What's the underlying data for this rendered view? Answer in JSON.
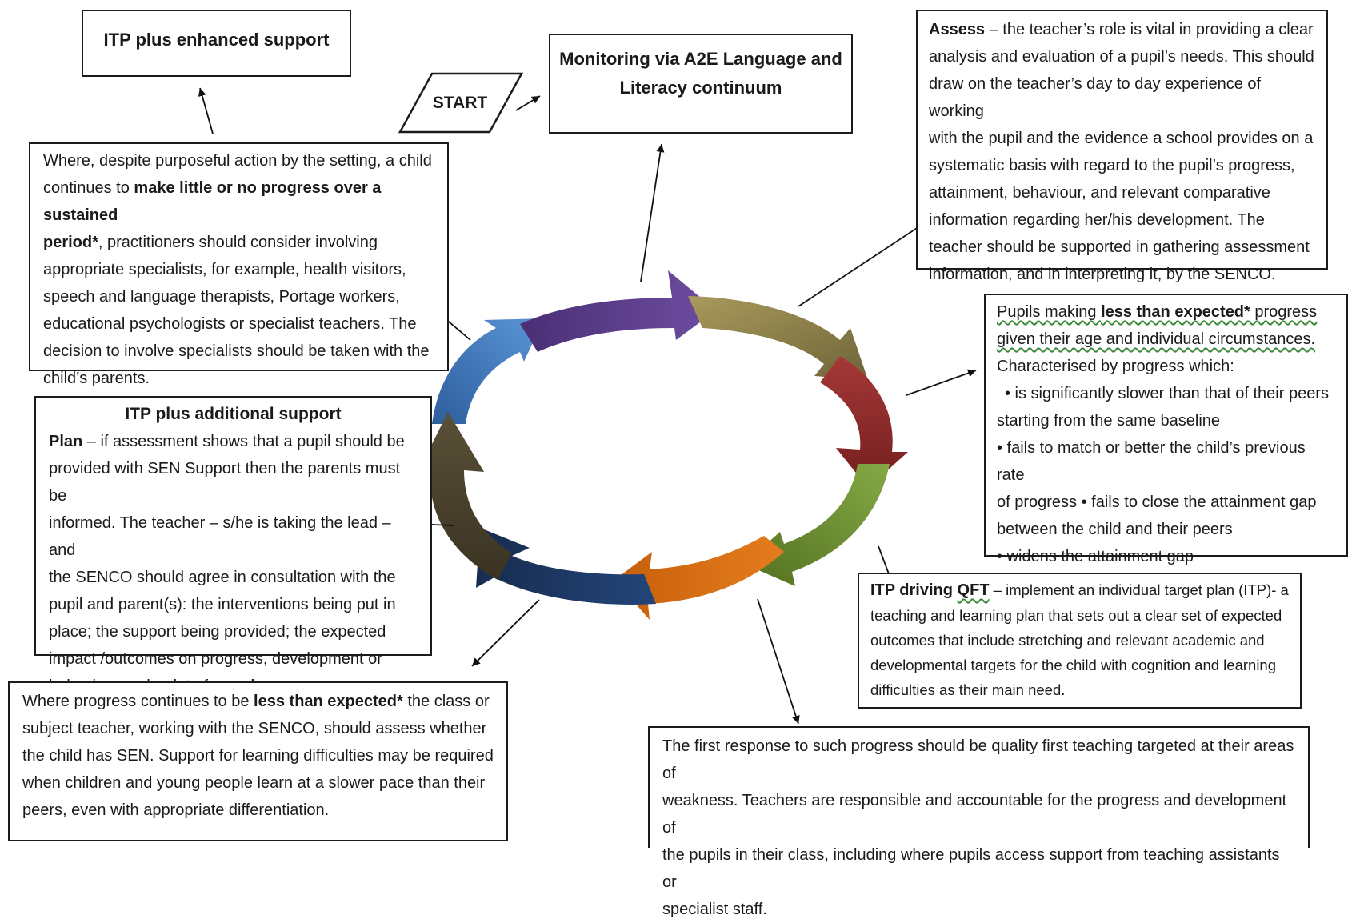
{
  "boxes": {
    "enhanced": {
      "title": "ITP plus enhanced support"
    },
    "monitoring": {
      "title_line1": "Monitoring via A2E Language and",
      "title_line2": "Literacy continuum"
    },
    "start": {
      "label": "START"
    },
    "assess": {
      "lead": "Assess",
      "lines": [
        " – the teacher’s role is vital in providing a clear",
        "analysis and evaluation of a pupil’s needs. This should",
        "draw on the teacher’s day to day experience of working",
        "with the pupil and the evidence a school provides on a",
        "systematic basis with regard to the pupil’s progress,",
        "attainment, behaviour, and relevant comparative",
        "information regarding her/his development. The",
        "teacher should be supported in gathering assessment",
        "information, and in interpreting it, by the SENCO."
      ]
    },
    "specialists": {
      "l1": "Where, despite purposeful action by the setting, a child",
      "l2a": "continues to ",
      "l2b": "make little or no progress over a sustained",
      "l3a": "period*",
      "l3b": ", practitioners should consider involving",
      "l4": "appropriate specialists, for example, health visitors,",
      "l5": "speech and language therapists, Portage workers,",
      "l6": "educational psychologists or specialist teachers. The",
      "l7": "decision to involve specialists should be taken with the",
      "l8": "child’s parents."
    },
    "pupils": {
      "l1a": "Pupils making ",
      "l1b": "less than expected*",
      "l1c": " progress",
      "l2": "given their age and individual circumstances.",
      "l3": "Characterised by progress which:",
      "l4": "• is significantly slower than that of their peers",
      "l5": "starting from the same baseline",
      "l6": "• fails to match or better the child’s previous rate",
      "l7": "of progress • fails to close the attainment gap",
      "l8": "between the child and their peers",
      "l9": "• widens the attainment gap"
    },
    "additional": {
      "title": "ITP plus additional support",
      "l1a": "Plan",
      "l1b": " – if assessment shows that a pupil should be",
      "l2": "provided with SEN Support then the parents must be",
      "l3": "informed. The teacher – s/he is taking the lead – and",
      "l4": "the SENCO should agree in consultation with the",
      "l5": "pupil and parent(s): the interventions being put in",
      "l6": "place; the support being provided; the expected",
      "l7": "impact /outcomes on progress, development or",
      "l8a": "behaviour and a date for ",
      "l8b": "review."
    },
    "itp_qft": {
      "l1a": "ITP driving ",
      "l1b": "QFT",
      "l1c": " – implement an individual target plan (ITP)- a",
      "l2": "teaching and learning plan that sets out a clear set of expected",
      "l3": "outcomes that include stretching and relevant academic and",
      "l4": "developmental targets for the child with cognition and learning",
      "l5": "difficulties as their main need."
    },
    "less_expected": {
      "l1a": "Where progress continues to be ",
      "l1b": "less than expected*",
      "l1c": " the class or",
      "l2": "subject teacher, working with the SENCO, should assess whether",
      "l3": "the child has SEN. Support for learning difficulties may be required",
      "l4": "when children and young people learn at a slower pace than their",
      "l5": "peers, even with appropriate differentiation."
    },
    "first_response": {
      "l1": "The first response to such progress should be quality first teaching targeted at their areas of",
      "l2": "weakness. Teachers are responsible and accountable for the progress and development of",
      "l3": "the pupils in their class, including where pupils access support from teaching assistants or",
      "l4": "specialist staff."
    }
  },
  "cycle_colors": [
    "#3f79bf",
    "#5c3f8a",
    "#8b7f4b",
    "#8f2a2a",
    "#6f8f32",
    "#d96d14",
    "#1f3b66",
    "#4b4330"
  ]
}
